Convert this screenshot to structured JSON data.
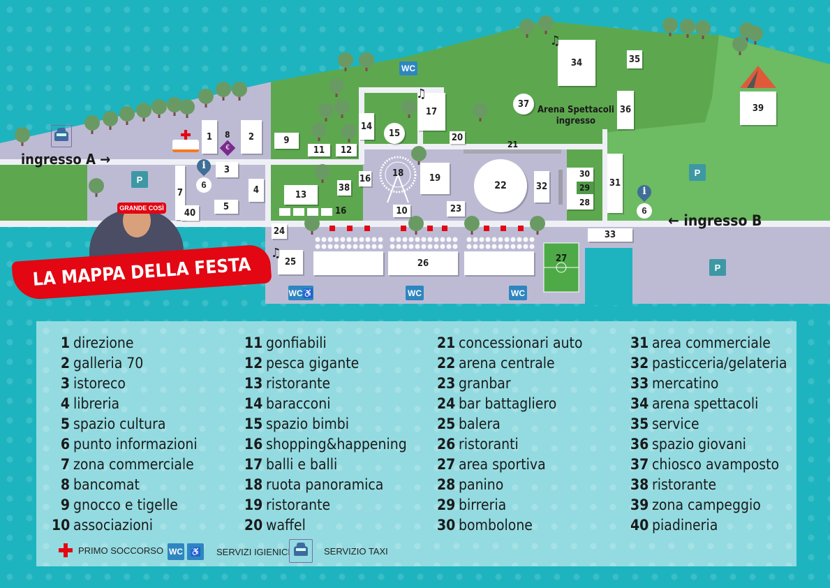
{
  "title": "LA MAPPA DELLA FESTA",
  "subtitle_badge": "GRANDE COSÌ",
  "entrances": {
    "a": "ingresso A →",
    "b": "← ingresso B",
    "arena_line1": "Arena Spettacoli",
    "arena_line2": "ingresso"
  },
  "map_labels": {
    "wc": "WC",
    "parking": "P",
    "euro": "€",
    "info": "i",
    "music": "♫",
    "wheelchair": "♿"
  },
  "markers": {
    "n1": "1",
    "n2": "2",
    "n3": "3",
    "n4": "4",
    "n5": "5",
    "n6": "6",
    "n7": "7",
    "n8": "8",
    "n9": "9",
    "n10": "10",
    "n11": "11",
    "n12": "12",
    "n13": "13",
    "n14": "14",
    "n15": "15",
    "n16": "16",
    "n17": "17",
    "n18": "18",
    "n19": "19",
    "n20": "20",
    "n21": "21",
    "n22": "22",
    "n23": "23",
    "n24": "24",
    "n25": "25",
    "n26": "26",
    "n27": "27",
    "n28": "28",
    "n29": "29",
    "n30": "30",
    "n31": "31",
    "n32": "32",
    "n33": "33",
    "n34": "34",
    "n35": "35",
    "n36": "36",
    "n37": "37",
    "n38": "38",
    "n39": "39",
    "n40": "40"
  },
  "legend": {
    "columns": [
      [
        {
          "n": "1",
          "t": "direzione"
        },
        {
          "n": "2",
          "t": "galleria 70"
        },
        {
          "n": "3",
          "t": "istoreco"
        },
        {
          "n": "4",
          "t": "libreria"
        },
        {
          "n": "5",
          "t": "spazio cultura"
        },
        {
          "n": "6",
          "t": "punto informazioni"
        },
        {
          "n": "7",
          "t": "zona commerciale"
        },
        {
          "n": "8",
          "t": "bancomat"
        },
        {
          "n": "9",
          "t": "gnocco e tigelle"
        },
        {
          "n": "10",
          "t": "associazioni"
        }
      ],
      [
        {
          "n": "11",
          "t": "gonfiabili"
        },
        {
          "n": "12",
          "t": "pesca gigante"
        },
        {
          "n": "13",
          "t": "ristorante"
        },
        {
          "n": "14",
          "t": "baracconi"
        },
        {
          "n": "15",
          "t": "spazio bimbi"
        },
        {
          "n": "16",
          "t": "shopping&happening"
        },
        {
          "n": "17",
          "t": "balli e balli"
        },
        {
          "n": "18",
          "t": "ruota panoramica"
        },
        {
          "n": "19",
          "t": "ristorante"
        },
        {
          "n": "20",
          "t": "waffel"
        }
      ],
      [
        {
          "n": "21",
          "t": "concessionari auto"
        },
        {
          "n": "22",
          "t": "arena centrale"
        },
        {
          "n": "23",
          "t": "granbar"
        },
        {
          "n": "24",
          "t": "bar battagliero"
        },
        {
          "n": "25",
          "t": "balera"
        },
        {
          "n": "26",
          "t": "ristoranti"
        },
        {
          "n": "27",
          "t": "area sportiva"
        },
        {
          "n": "28",
          "t": "panino"
        },
        {
          "n": "29",
          "t": "birreria"
        },
        {
          "n": "30",
          "t": "bombolone"
        }
      ],
      [
        {
          "n": "31",
          "t": "area commerciale"
        },
        {
          "n": "32",
          "t": "pasticceria/gelateria"
        },
        {
          "n": "33",
          "t": "mercatino"
        },
        {
          "n": "34",
          "t": "arena spettacoli"
        },
        {
          "n": "35",
          "t": "service"
        },
        {
          "n": "36",
          "t": "spazio giovani"
        },
        {
          "n": "37",
          "t": "chiosco avamposto"
        },
        {
          "n": "38",
          "t": "ristorante"
        },
        {
          "n": "39",
          "t": "zona campeggio"
        },
        {
          "n": "40",
          "t": "piadineria"
        }
      ]
    ],
    "keys": {
      "first_aid": "PRIMO SOCCORSO",
      "toilets": "SERVIZI IGIENICI",
      "taxi": "SERVIZIO TAXI"
    }
  },
  "colors": {
    "sea": "#1db4bf",
    "ground": "#bdbbd4",
    "green": "#5da84f",
    "accent": "#e30613"
  }
}
